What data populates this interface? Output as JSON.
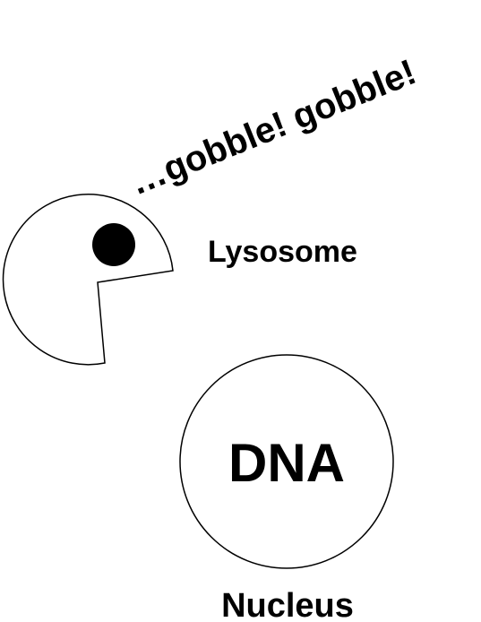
{
  "diagram": {
    "speech_text": "…gobble! gobble!",
    "lysosome_label": "Lysosome",
    "dna_label": "DNA",
    "nucleus_label": "Nucleus",
    "colors": {
      "stroke": "#000000",
      "fill": "#ffffff",
      "particle": "#000000"
    }
  }
}
